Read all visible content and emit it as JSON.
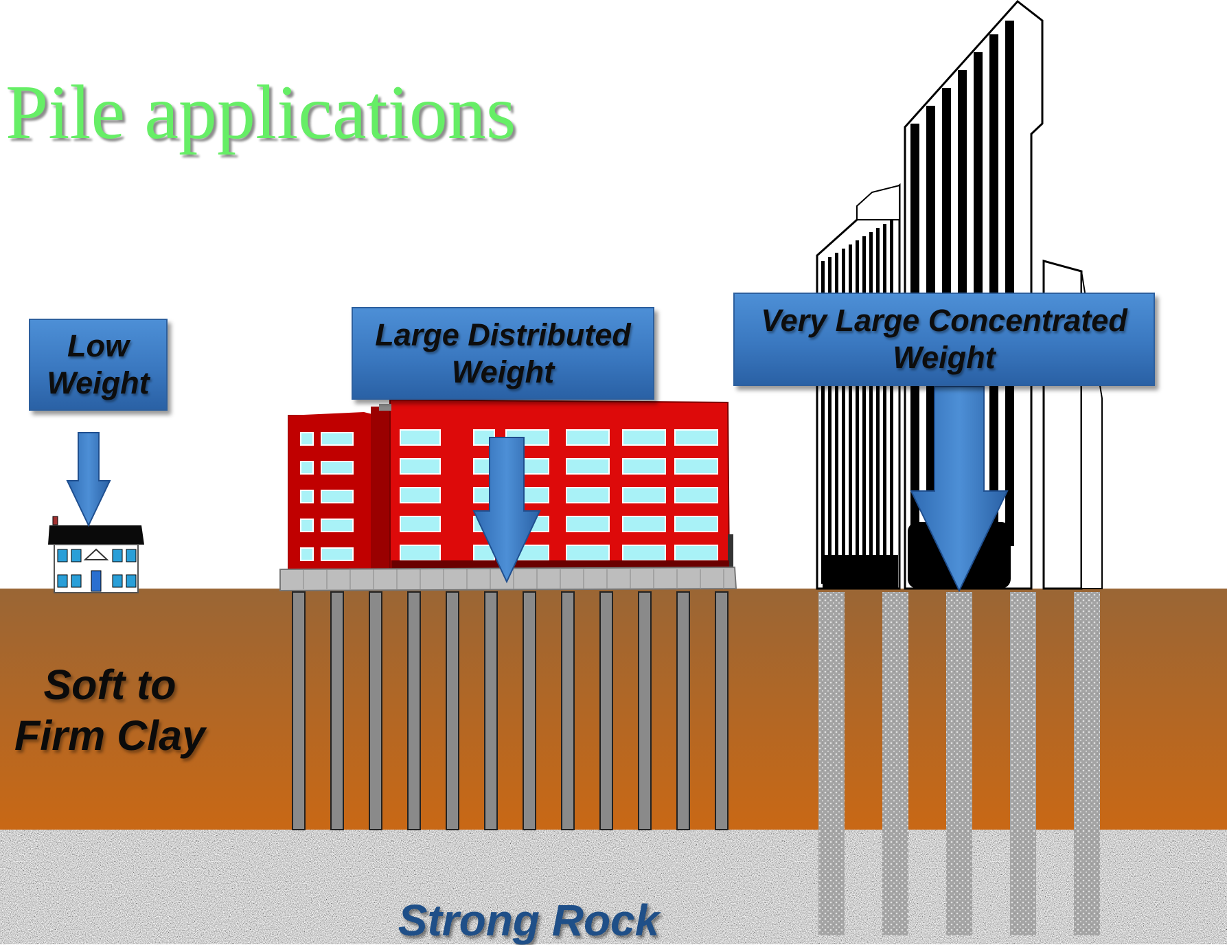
{
  "title": "Pile applications",
  "boxes": {
    "low": "Low\nWeight",
    "distributed": "Large Distributed\nWeight",
    "concentrated": "Very Large Concentrated\nWeight"
  },
  "layers": {
    "clay": "Soft to\nFirm Clay",
    "rock": "Strong Rock"
  },
  "colors": {
    "title": "#66ee66",
    "arrow_blue": "#3a78c0",
    "clay_top": "#9a6635",
    "clay_bottom": "#c96815",
    "rock": "#9c9c9c",
    "building_red": "#dd0a0a",
    "label_blue": "#1f4f88"
  },
  "icons": [
    "house-icon",
    "red-building-icon",
    "skyscraper-icon",
    "down-arrow-icon"
  ]
}
